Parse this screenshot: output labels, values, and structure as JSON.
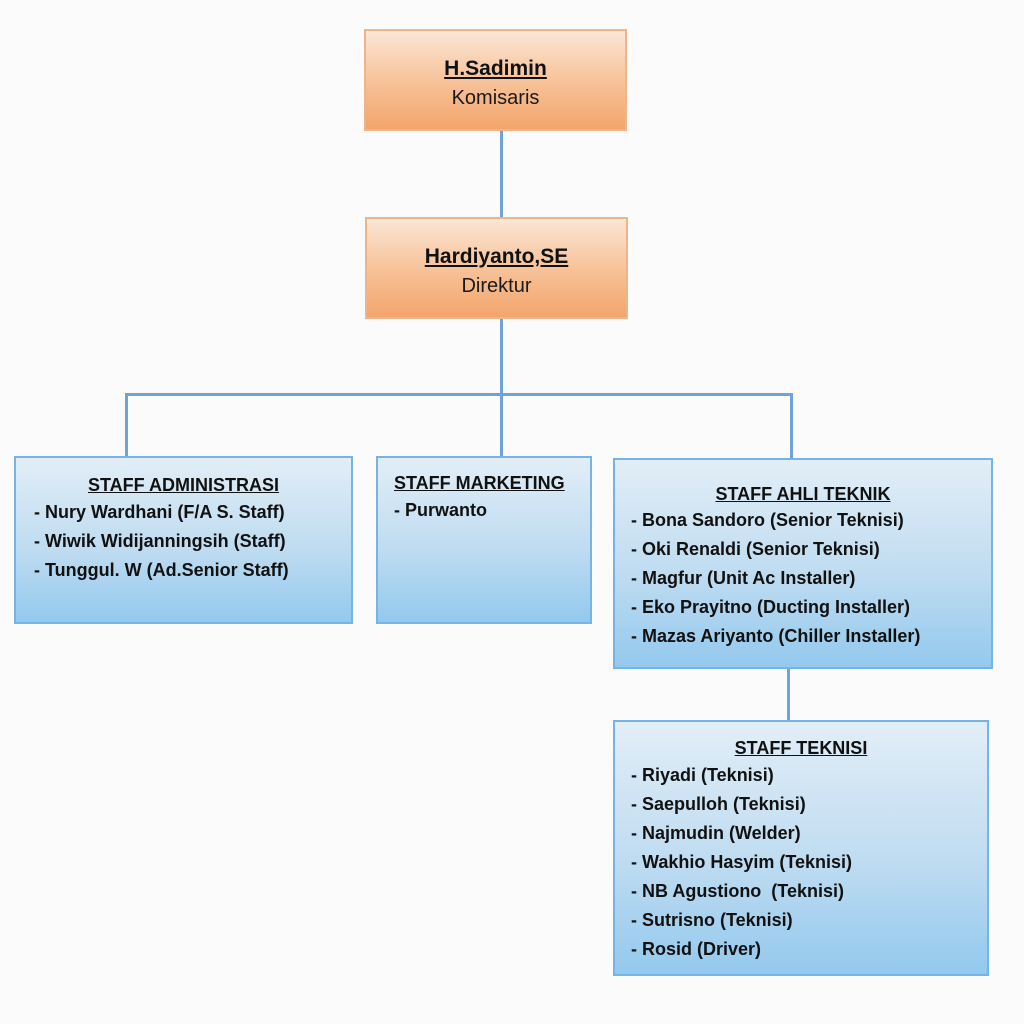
{
  "komisaris": {
    "name": "H.Sadimin",
    "role": "Komisaris"
  },
  "direktur": {
    "name": "Hardiyanto,SE",
    "role": "Direktur"
  },
  "staff_administrasi": {
    "title": "STAFF ADMINISTRASI",
    "members": [
      "- Nury Wardhani (F/A S. Staff)",
      "- Wiwik Widijanningsih (Staff)",
      "- Tunggul. W (Ad.Senior Staff)"
    ]
  },
  "staff_marketing": {
    "title": "STAFF MARKETING",
    "members": [
      "- Purwanto"
    ]
  },
  "staff_ahli_teknik": {
    "title": "STAFF AHLI TEKNIK",
    "members": [
      "- Bona Sandoro (Senior Teknisi)",
      "- Oki Renaldi (Senior Teknisi)",
      "- Magfur (Unit Ac Installer)",
      "- Eko Prayitno (Ducting Installer)",
      "- Mazas Ariyanto (Chiller Installer)"
    ]
  },
  "staff_teknisi": {
    "title": "STAFF TEKNISI",
    "members": [
      "- Riyadi (Teknisi)",
      "- Saepulloh (Teknisi)",
      "- Najmudin (Welder)",
      "- Wakhio Hasyim (Teknisi)",
      "- NB Agustiono  (Teknisi)",
      "- Sutrisno (Teknisi)",
      "- Rosid (Driver)"
    ]
  },
  "colors": {
    "connector": "#6fa2d8",
    "executive_fill": "#f7c39a",
    "staff_fill": "#bfdcf1"
  }
}
